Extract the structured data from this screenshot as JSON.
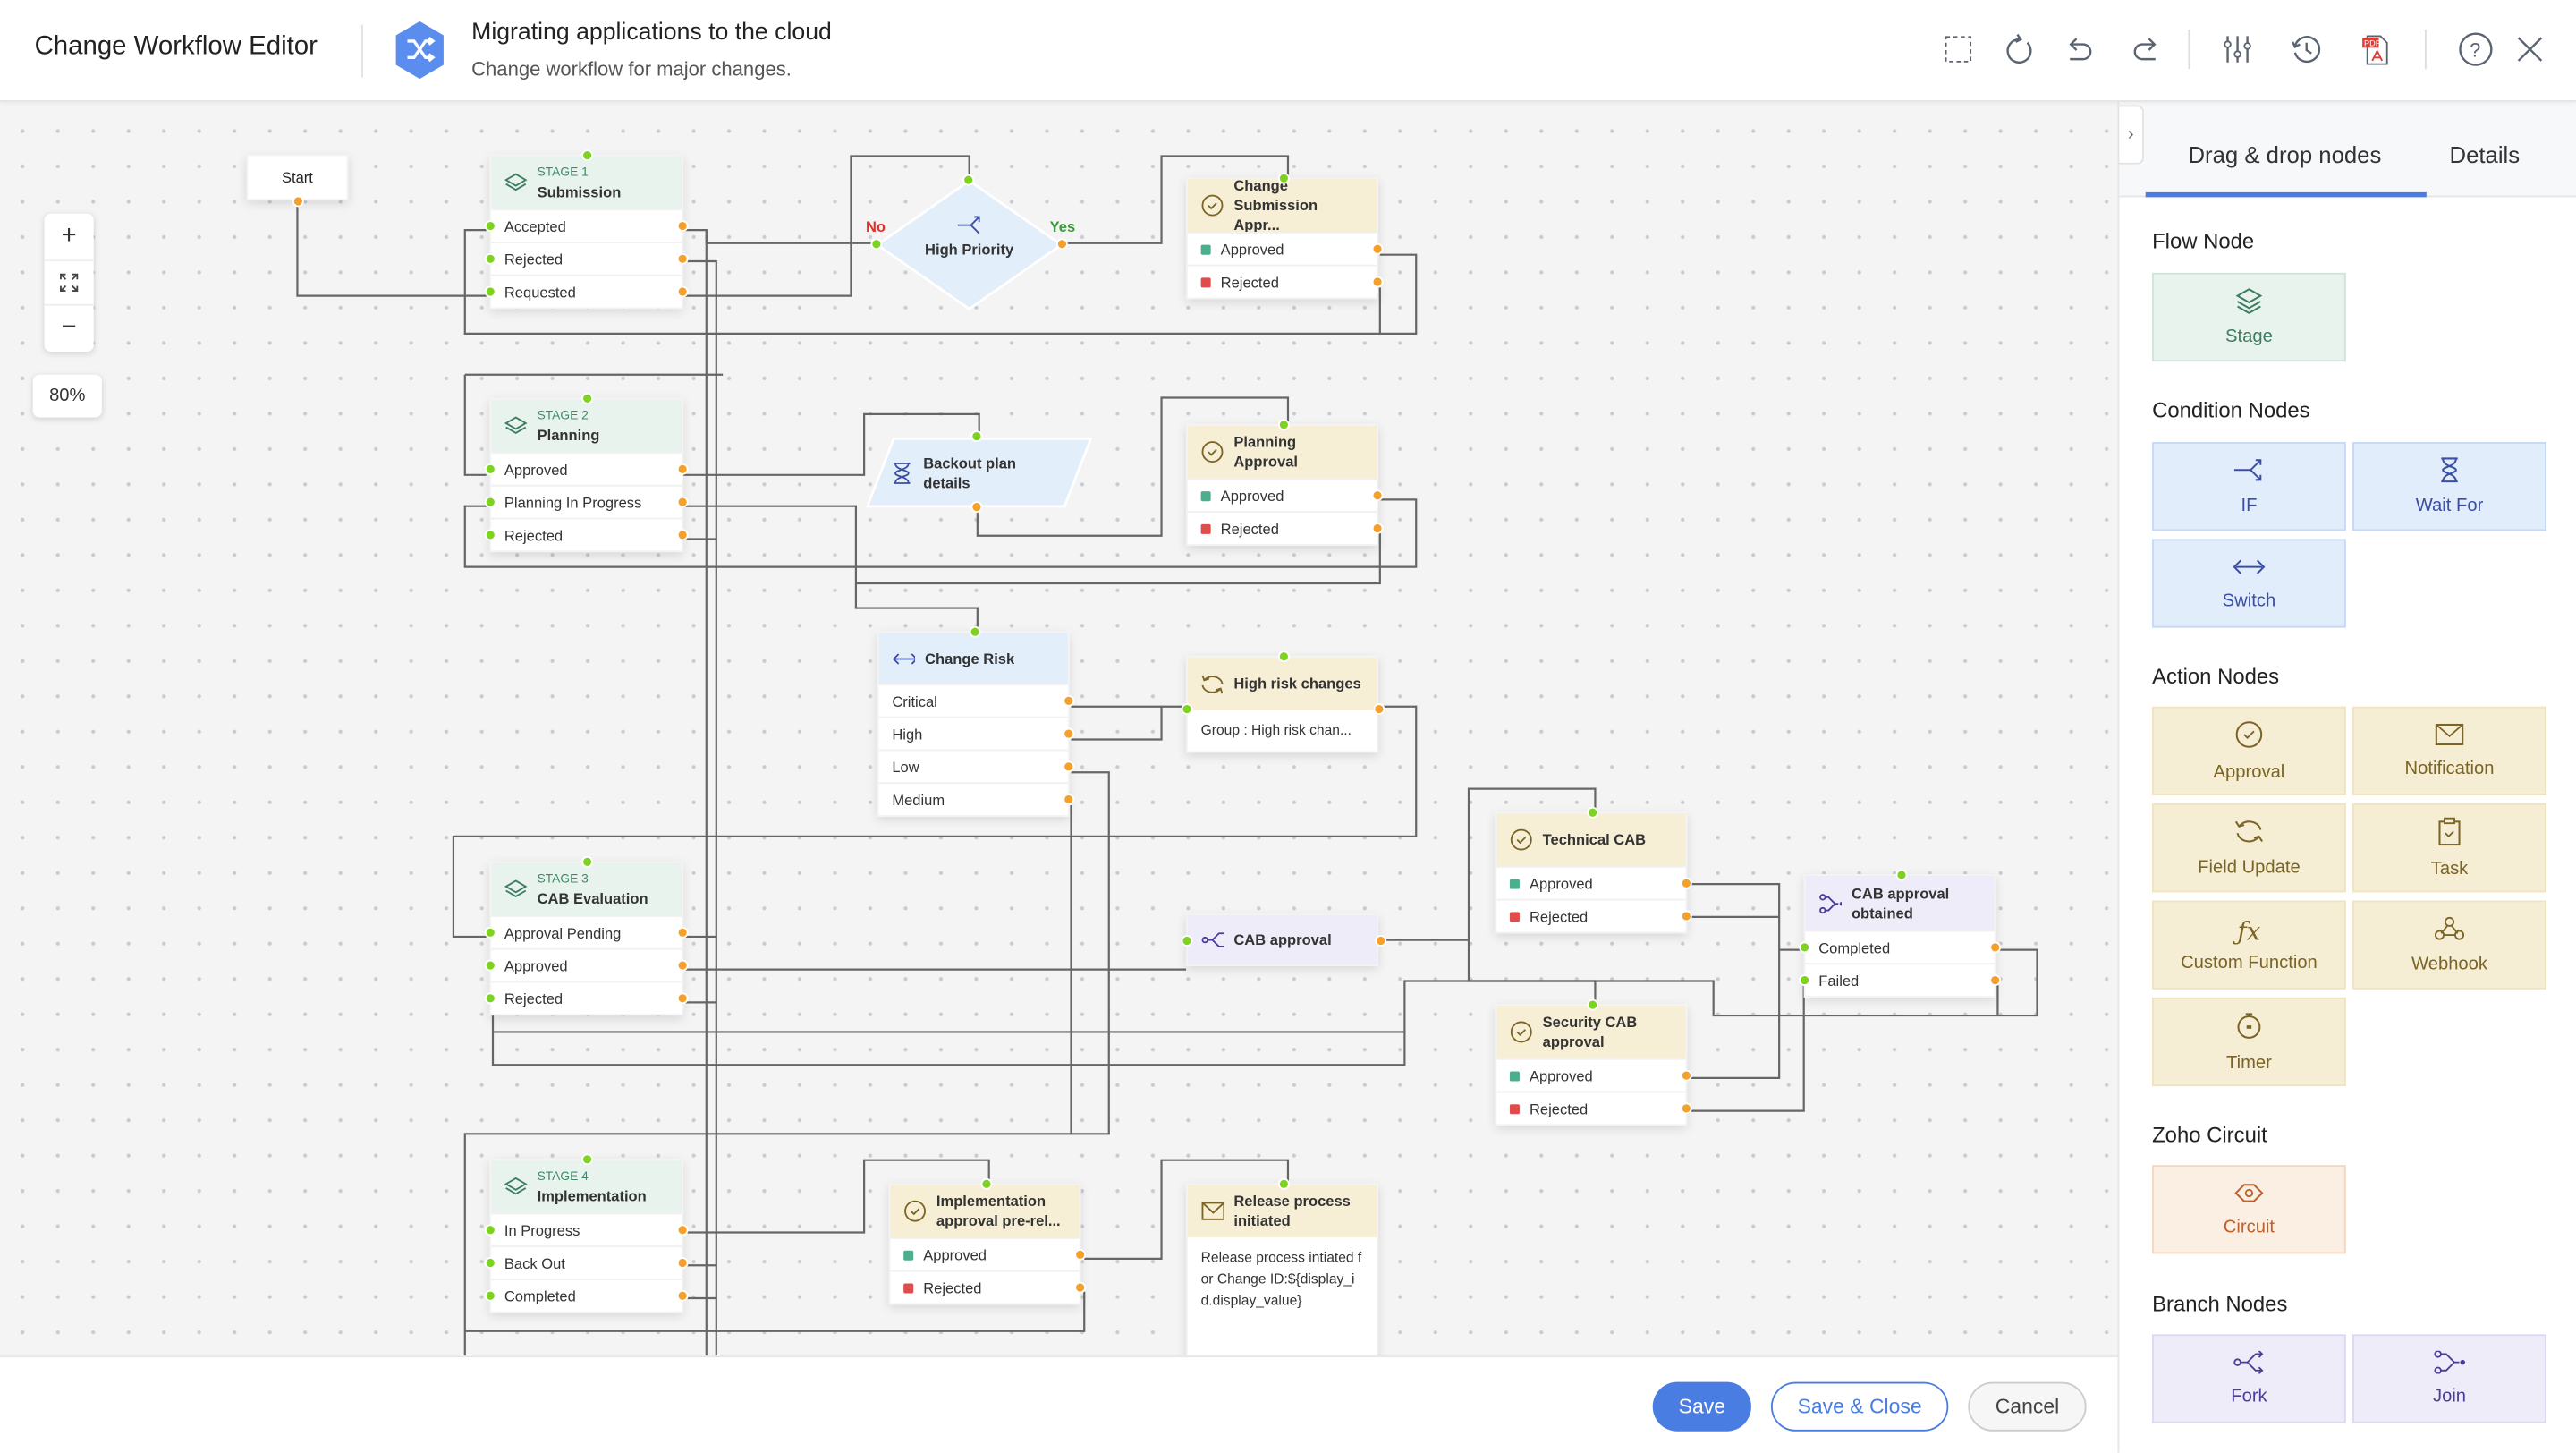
{
  "header": {
    "app_title": "Change Workflow Editor",
    "workflow_title": "Migrating applications to the cloud",
    "workflow_subtitle": "Change workflow for major changes.",
    "toolbar_icons": [
      "select-area-icon",
      "refresh-icon",
      "undo-icon",
      "redo-icon",
      "settings-sliders-icon",
      "history-icon",
      "pdf-export-icon",
      "help-icon",
      "close-icon"
    ],
    "brand_color": "#5b8def"
  },
  "canvas": {
    "zoom_level": "80%",
    "zoom_in": "+",
    "zoom_out": "−",
    "condition_no": "No",
    "condition_yes": "Yes",
    "nodes": [
      {
        "kind": "start",
        "title": "Start"
      },
      {
        "kind": "stage",
        "stage": "STAGE 1",
        "title": "Submission",
        "rows": [
          {
            "label": "Accepted"
          },
          {
            "label": "Rejected"
          },
          {
            "label": "Requested"
          }
        ]
      },
      {
        "kind": "if",
        "title": "High Priority"
      },
      {
        "kind": "approval",
        "title": "Change Submission Appr...",
        "rows": [
          {
            "label": "Approved",
            "status": "approved"
          },
          {
            "label": "Rejected",
            "status": "rejected"
          }
        ]
      },
      {
        "kind": "stage",
        "stage": "STAGE 2",
        "title": "Planning",
        "rows": [
          {
            "label": "Approved"
          },
          {
            "label": "Planning In Progress"
          },
          {
            "label": "Rejected"
          }
        ]
      },
      {
        "kind": "waitfor",
        "title": "Backout plan details"
      },
      {
        "kind": "approval",
        "title": "Planning Approval",
        "rows": [
          {
            "label": "Approved",
            "status": "approved"
          },
          {
            "label": "Rejected",
            "status": "rejected"
          }
        ]
      },
      {
        "kind": "switch",
        "title": "Change Risk",
        "rows": [
          {
            "label": "Critical"
          },
          {
            "label": "High"
          },
          {
            "label": "Low"
          },
          {
            "label": "Medium"
          }
        ]
      },
      {
        "kind": "fieldupdate",
        "title": "High risk changes",
        "body": "Group : High risk chan..."
      },
      {
        "kind": "stage",
        "stage": "STAGE 3",
        "title": "CAB Evaluation",
        "rows": [
          {
            "label": "Approval Pending"
          },
          {
            "label": "Approved"
          },
          {
            "label": "Rejected"
          }
        ]
      },
      {
        "kind": "fork",
        "title": "CAB approval"
      },
      {
        "kind": "approval",
        "title": "Technical CAB",
        "rows": [
          {
            "label": "Approved",
            "status": "approved"
          },
          {
            "label": "Rejected",
            "status": "rejected"
          }
        ]
      },
      {
        "kind": "approval",
        "title": "Security CAB approval",
        "rows": [
          {
            "label": "Approved",
            "status": "approved"
          },
          {
            "label": "Rejected",
            "status": "rejected"
          }
        ]
      },
      {
        "kind": "join",
        "title": "CAB approval obtained",
        "rows": [
          {
            "label": "Completed"
          },
          {
            "label": "Failed"
          }
        ]
      },
      {
        "kind": "stage",
        "stage": "STAGE 4",
        "title": "Implementation",
        "rows": [
          {
            "label": "In Progress"
          },
          {
            "label": "Back Out"
          },
          {
            "label": "Completed"
          }
        ]
      },
      {
        "kind": "approval",
        "title": "Implementation approval pre-rel...",
        "rows": [
          {
            "label": "Approved",
            "status": "approved"
          },
          {
            "label": "Rejected",
            "status": "rejected"
          }
        ]
      },
      {
        "kind": "notification",
        "title": "Release process initiated",
        "body": "Release process intiated for Change ID:${display_id.display_value}"
      }
    ],
    "colors": {
      "approved": "#4caf8c",
      "rejected": "#e04b4b",
      "port_in": "#7ed321",
      "port_out": "#f5a02a"
    }
  },
  "footer": {
    "save": "Save",
    "save_close": "Save & Close",
    "cancel": "Cancel"
  },
  "panel": {
    "tabs": [
      {
        "label": "Drag & drop nodes",
        "active": true
      },
      {
        "label": "Details",
        "active": false
      }
    ],
    "sections": {
      "flow": "Flow Node",
      "condition": "Condition Nodes",
      "action": "Action Nodes",
      "circuit": "Zoho Circuit",
      "branch": "Branch Nodes"
    },
    "tiles": {
      "stage": "Stage",
      "if": "IF",
      "wait_for": "Wait For",
      "switch": "Switch",
      "approval": "Approval",
      "notification": "Notification",
      "field_update": "Field Update",
      "task": "Task",
      "custom_function": "Custom Function",
      "webhook": "Webhook",
      "timer": "Timer",
      "circuit": "Circuit",
      "fork": "Fork",
      "join": "Join"
    }
  }
}
